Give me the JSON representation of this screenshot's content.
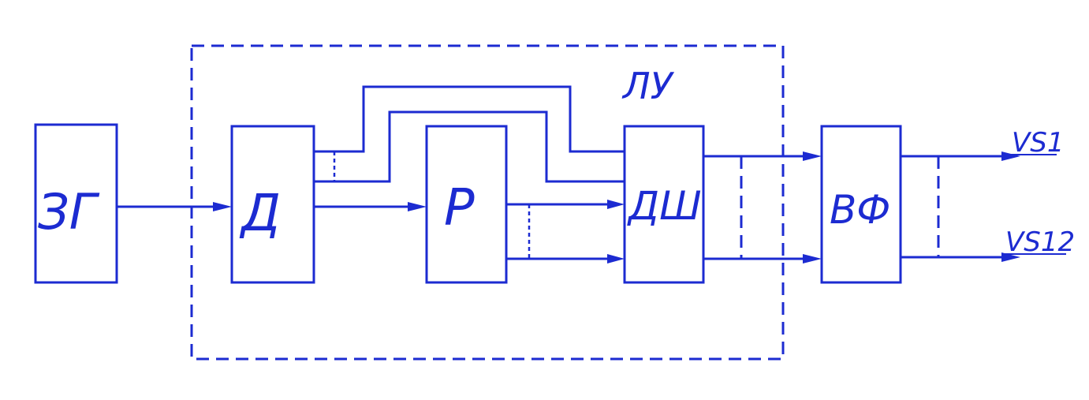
{
  "diagram": {
    "accent_color": "#1c2bd1",
    "group_label": "ЛУ",
    "blocks": {
      "generator": "ЗГ",
      "divider": "Д",
      "register": "Р",
      "decoder": "ДШ",
      "shaper": "ВФ"
    },
    "outputs": {
      "first": "VS1",
      "last": "VS12"
    }
  }
}
